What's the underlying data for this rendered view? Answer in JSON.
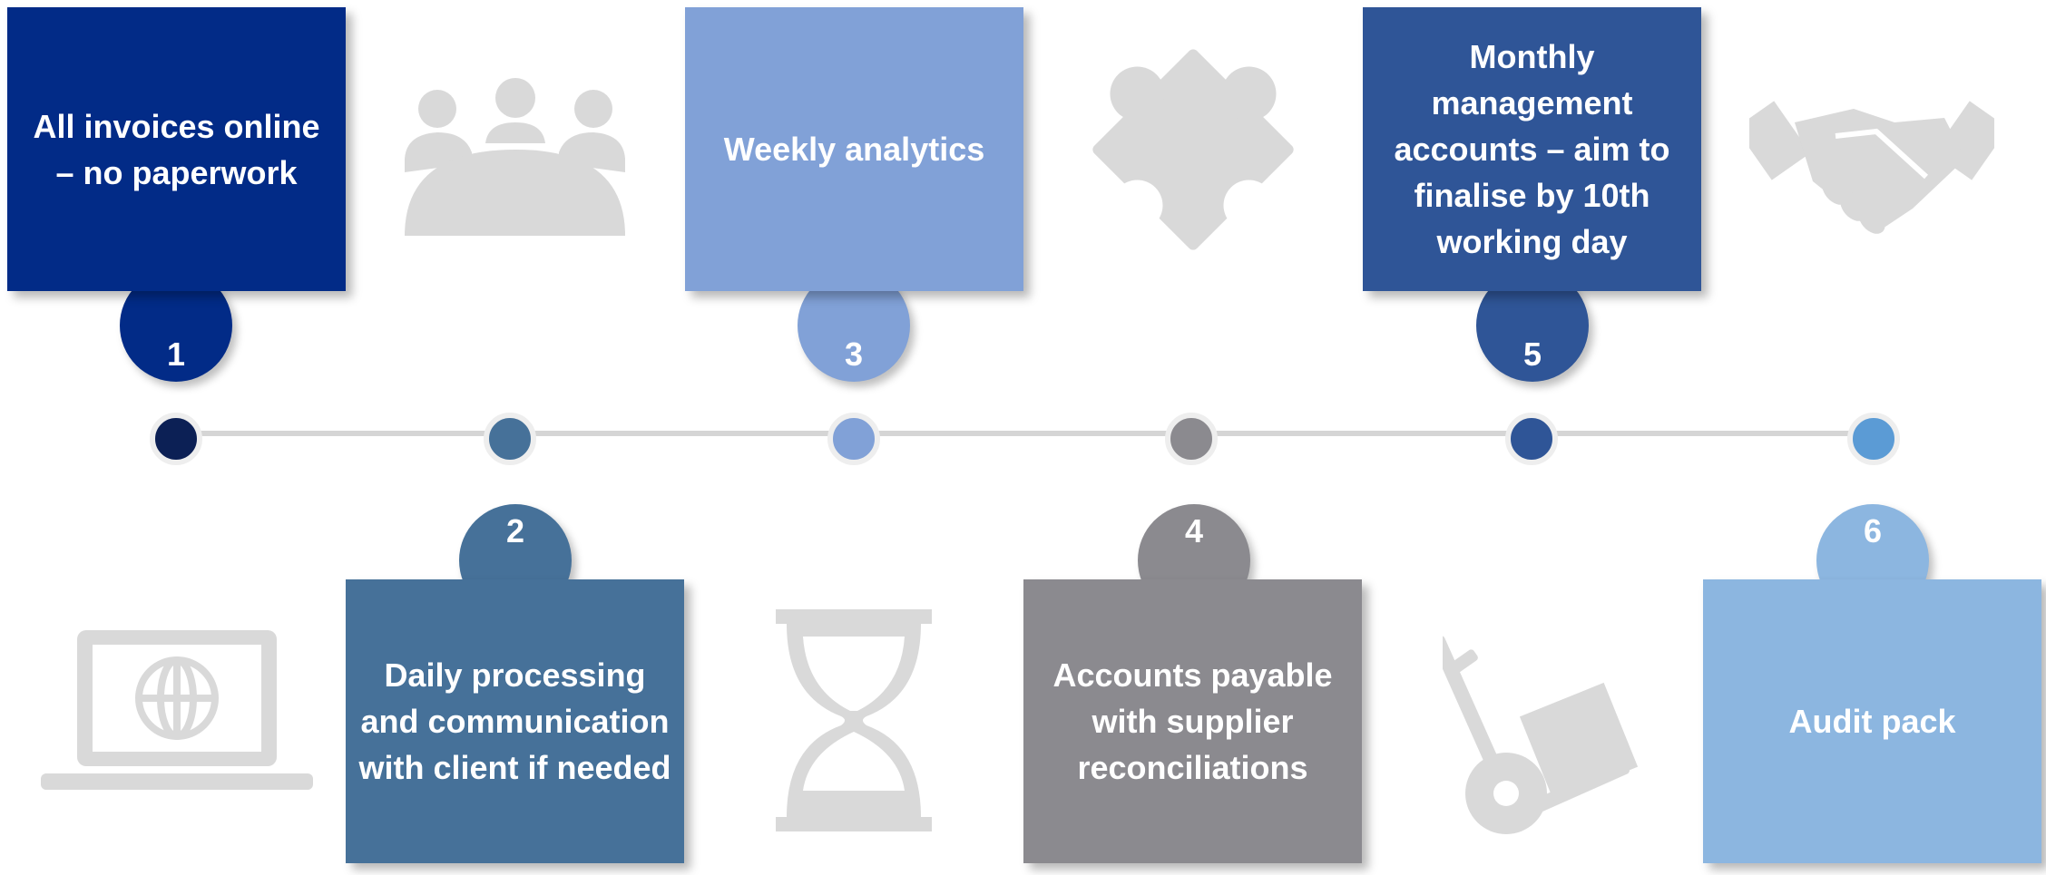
{
  "steps": [
    {
      "number": "1",
      "text": "All invoices online – no paperwork",
      "color": "#022b87",
      "dot_color": "#0c2055"
    },
    {
      "number": "2",
      "text": "Daily processing and communication with client if needed",
      "color": "#467199",
      "dot_color": "#467199"
    },
    {
      "number": "3",
      "text": "Weekly analytics",
      "color": "#81a1d7",
      "dot_color": "#81a1d7"
    },
    {
      "number": "4",
      "text": "Accounts payable with supplier reconciliations",
      "color": "#8b8a8f",
      "dot_color": "#8b8a8f"
    },
    {
      "number": "5",
      "text": "Monthly management accounts – aim to finalise by 10th working day",
      "color": "#2f5597",
      "dot_color": "#2f5597"
    },
    {
      "number": "6",
      "text": "Audit pack",
      "color": "#8cb6e0",
      "dot_color": "#5b9bd5"
    }
  ],
  "icons": [
    "meeting-icon",
    "puzzle-icon",
    "handshake-icon",
    "laptop-globe-icon",
    "hourglass-icon",
    "hand-truck-icon"
  ],
  "icon_color": "#d9d9d9"
}
